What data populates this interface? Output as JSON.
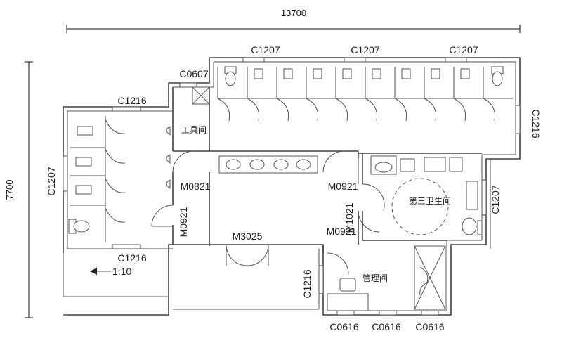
{
  "dimensions": {
    "overall_width": "13700",
    "overall_height": "7700"
  },
  "windows": {
    "c1207_top_left": "C1207",
    "c1207_top_mid": "C1207",
    "c1207_top_right": "C1207",
    "c0607": "C0607",
    "c1216_top": "C1216",
    "c1216_right": "C1216",
    "c1207_left": "C1207",
    "c1207_right": "C1207",
    "c1216_bottom": "C1216",
    "c1216_lower_mid": "C1216",
    "c0616_a": "C0616",
    "c0616_b": "C0616",
    "c0616_c": "C0616"
  },
  "doors": {
    "m0821": "M0821",
    "m0921_left": "M0921",
    "m0921_mid": "M0921",
    "m0921_lower": "M0921",
    "m1021": "M1021",
    "m3025": "M3025"
  },
  "rooms": {
    "tool_room": "工具间",
    "third_restroom": "第三卫生间",
    "management_room": "管理间"
  },
  "slope": "1:10"
}
